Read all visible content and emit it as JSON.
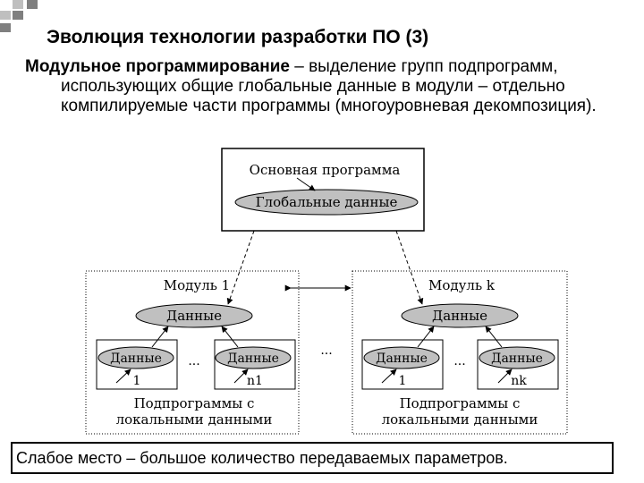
{
  "title": "Эволюция технологии разработки ПО (3)",
  "intro": {
    "term": "Модульное программирование",
    "rest": " – выделение групп подпрограмм,",
    "continuation": "использующих общие глобальные данные в модули – отдельно компилируемые части программы (многоуровневая декомпозиция)."
  },
  "diagram": {
    "main": {
      "label": "Основная программа",
      "global_data": "Глобальные данные"
    },
    "module1": {
      "label": "Модуль 1",
      "data": "Данные",
      "sub_left_data": "Данные",
      "sub_left_index": "1",
      "sub_right_data": "Данные",
      "sub_right_index": "n1",
      "between": "...",
      "caption_line1": "Подпрограммы с",
      "caption_line2": "локальными данными"
    },
    "modulek": {
      "label": "Модуль k",
      "data": "Данные",
      "sub_left_data": "Данные",
      "sub_left_index": "1",
      "sub_right_data": "Данные",
      "sub_right_index": "nk",
      "between": "...",
      "caption_line1": "Подпрограммы с",
      "caption_line2": "локальными данными"
    },
    "between_modules": "..."
  },
  "conclusion": "Слабое место – большое количество передаваемых параметров.",
  "colors": {
    "ellipse_fill": "#c0c0c0",
    "bullet_dark": "#7f7f7f",
    "bullet_light": "#bfbfbf"
  }
}
